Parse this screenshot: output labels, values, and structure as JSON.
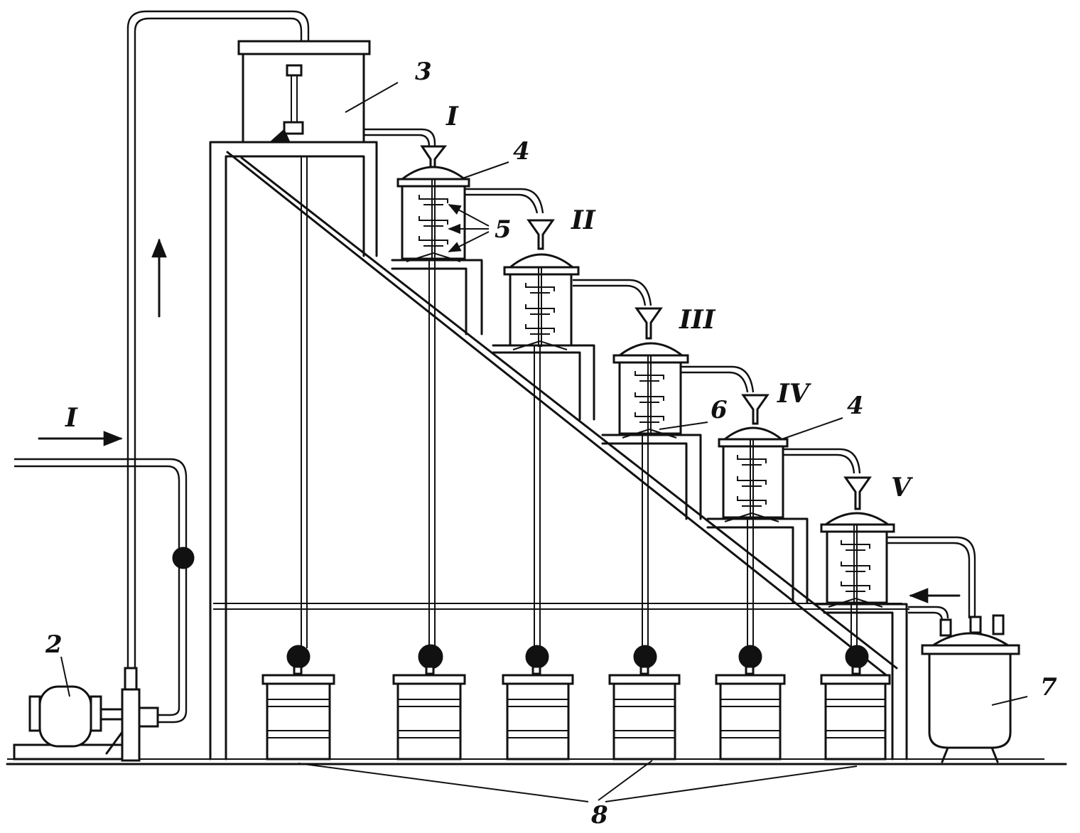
{
  "labels": {
    "pump": "2",
    "head_tank": "3",
    "reactor_lid": "4",
    "reactor_lid_2": "4",
    "stirrer": "5",
    "agitator_bottom": "6",
    "collector": "7",
    "drums": "8",
    "inlet_stream": "I"
  },
  "stages": [
    "I",
    "II",
    "III",
    "IV",
    "V"
  ]
}
